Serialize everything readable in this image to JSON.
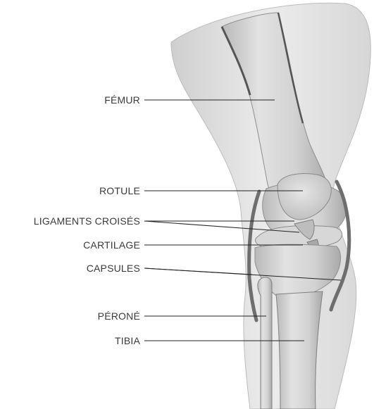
{
  "labels": {
    "femur": "FÉMUR",
    "rotule": "ROTULE",
    "ligaments": "LIGAMENTS CROISÉS",
    "cartilage": "CARTILAGE",
    "capsules": "CAPSULES",
    "perone": "PÉRONÉ",
    "tibia": "TIBIA"
  },
  "colors": {
    "skin": "#e4e4e4",
    "bone": "#c9c9c9",
    "capsule": "#6e6e6e",
    "leader_line": "#222222",
    "text": "#3a3a3a"
  }
}
